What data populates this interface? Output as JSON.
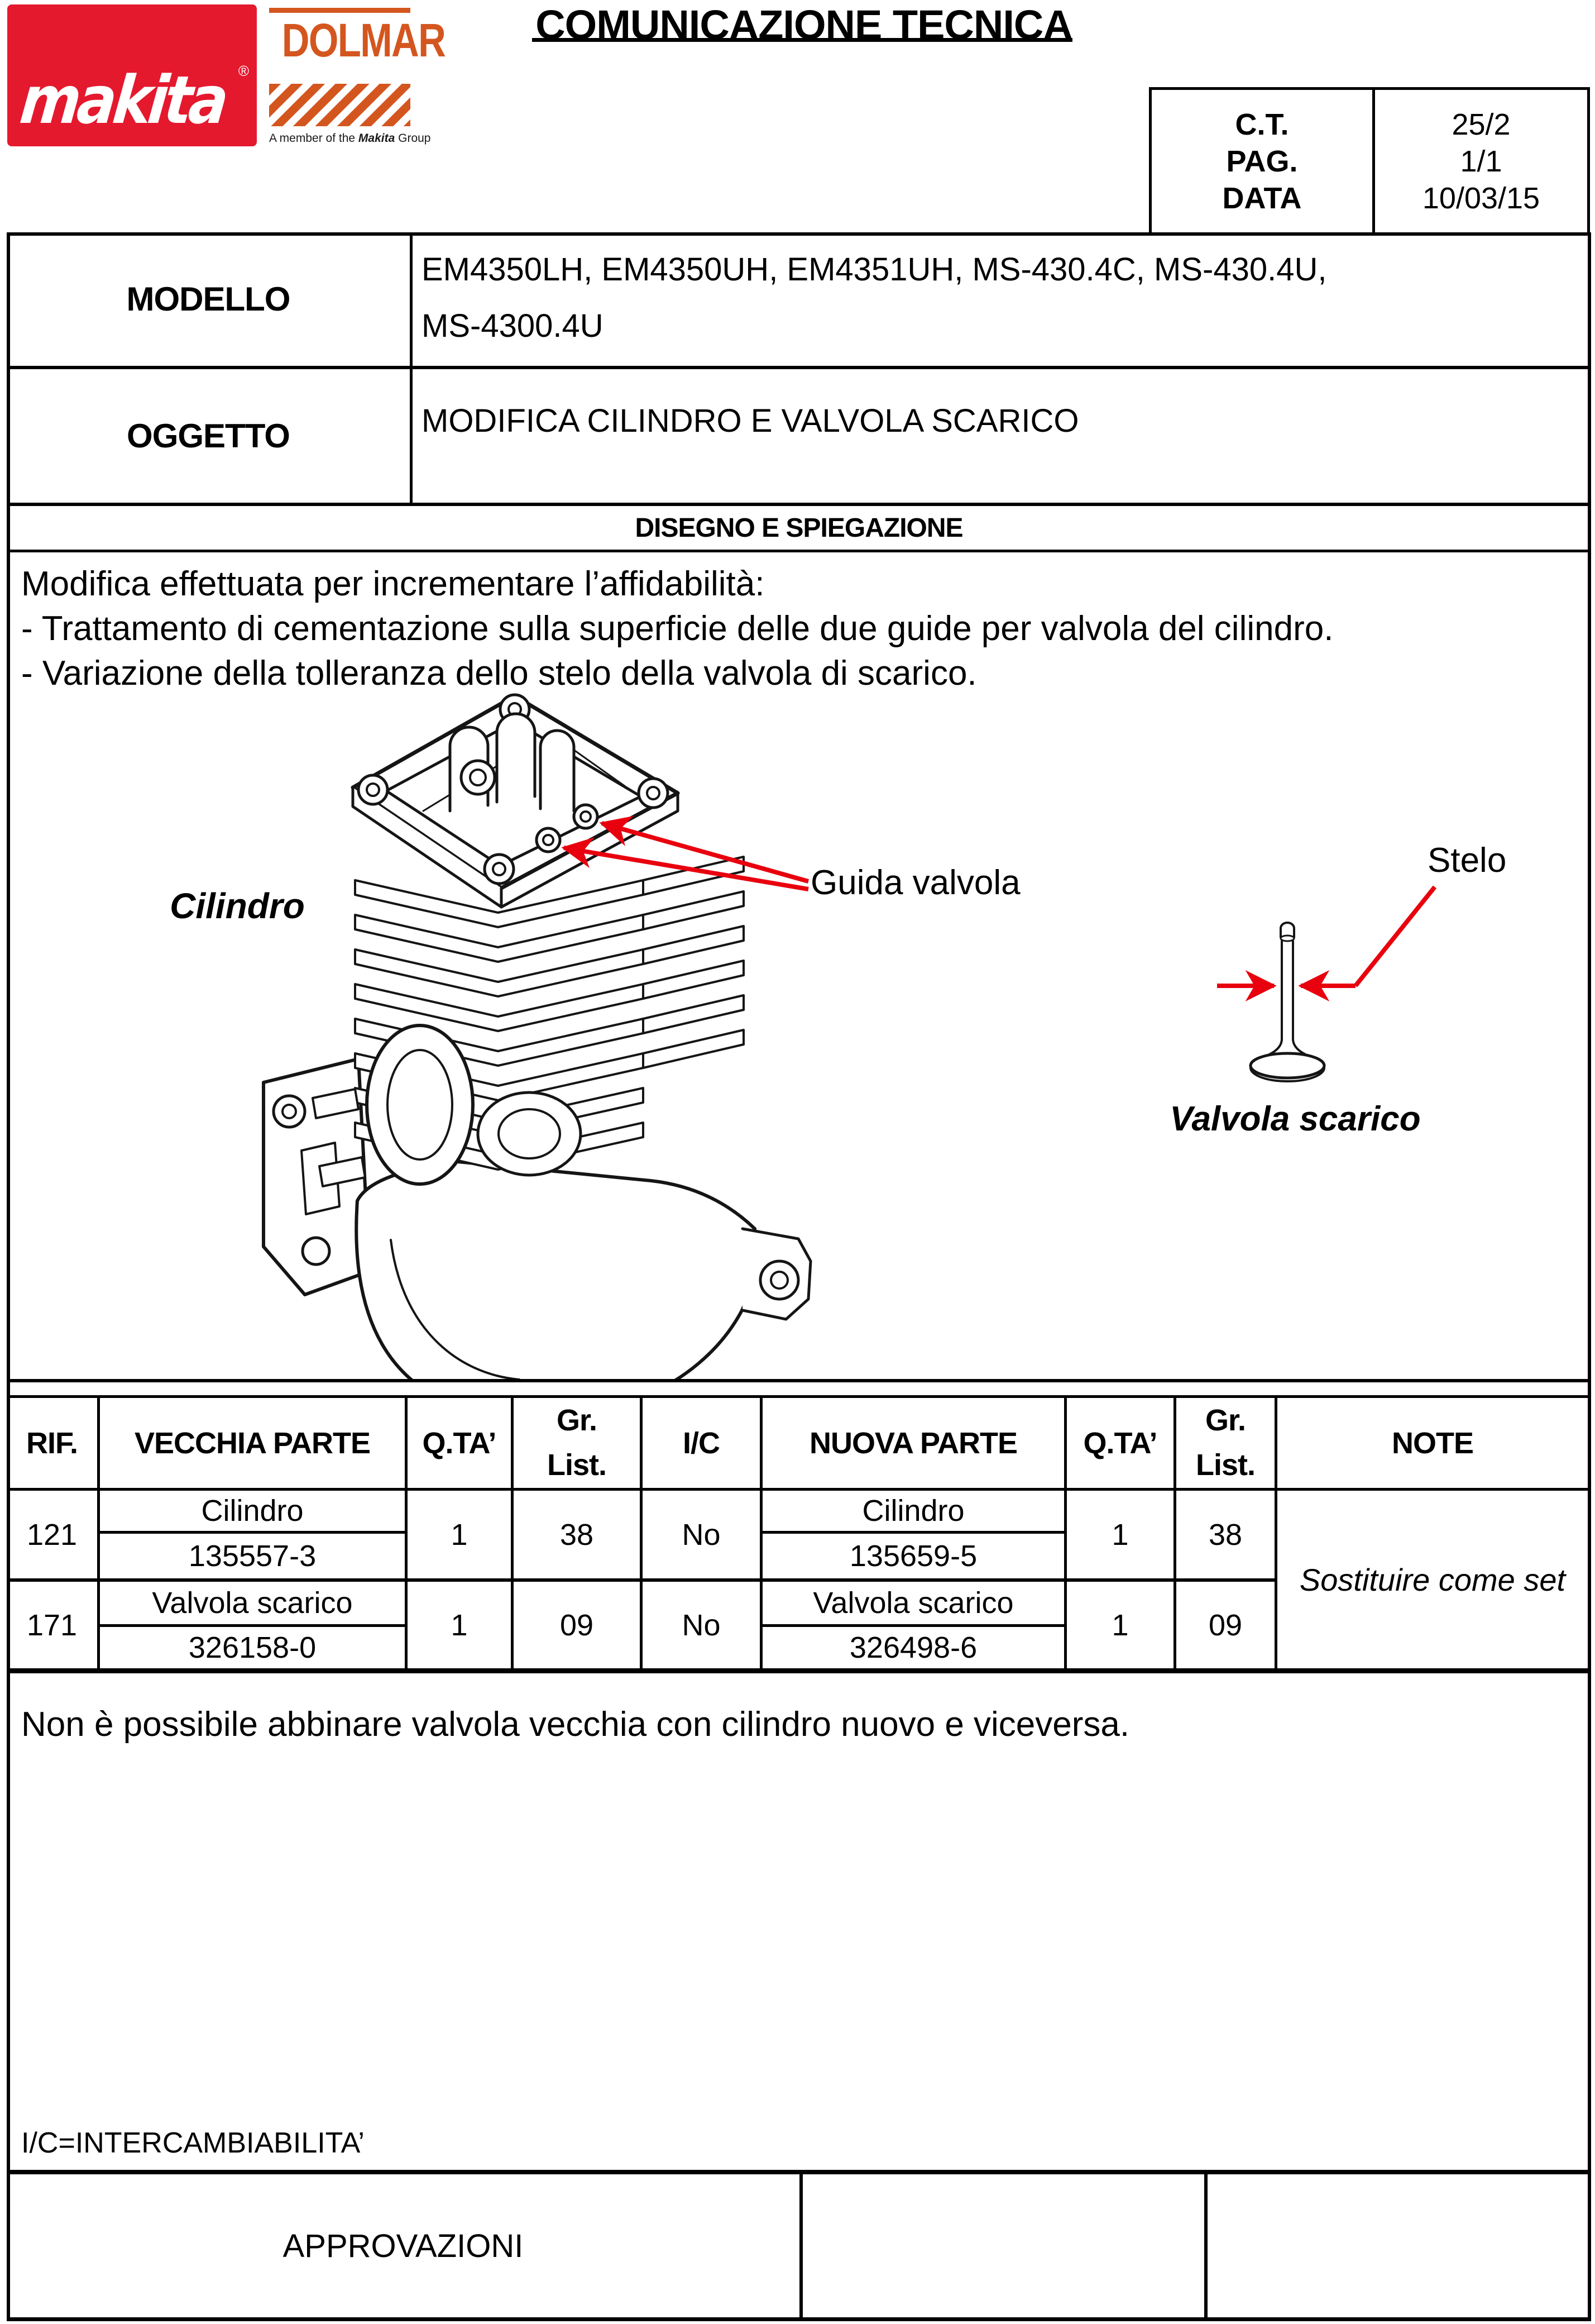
{
  "brand": {
    "makita_text": "makita",
    "makita_reg": "®",
    "dolmar_text": "DOLMAR",
    "tagline_pre": "A member of the ",
    "tagline_brand": "Makita",
    "tagline_post": " Group"
  },
  "header": {
    "title": "COMUNICAZIONE TECNICA",
    "info_rows": [
      {
        "label": "C.T.",
        "value": "25/2"
      },
      {
        "label": "PAG.",
        "value": "1/1"
      },
      {
        "label": "DATA",
        "value": "10/03/15"
      }
    ]
  },
  "model": {
    "label": "MODELLO",
    "line1": "EM4350LH, EM4350UH, EM4351UH, MS-430.4C, MS-430.4U,",
    "line2": "MS-4300.4U"
  },
  "subject": {
    "label": "OGGETTO",
    "value": "MODIFICA CILINDRO E VALVOLA SCARICO"
  },
  "drawing": {
    "section_header": "DISEGNO E SPIEGAZIONE",
    "intro": "Modifica effettuata per incrementare l’affidabilità:",
    "bullet1": "- Trattamento di cementazione sulla superficie delle due guide per valvola del cilindro.",
    "bullet2": "- Variazione della tolleranza dello stelo della valvola di scarico.",
    "labels": {
      "cylinder": "Cilindro",
      "valve_guide": "Guida valvola",
      "stem": "Stelo",
      "exhaust_valve": "Valvola scarico"
    }
  },
  "table": {
    "headers": {
      "rif": "RIF.",
      "old_part": "VECCHIA PARTE",
      "qty": "Q.TA’",
      "gr": "Gr.",
      "list": "List.",
      "ic": "I/C",
      "new_part": "NUOVA PARTE",
      "note": "NOTE"
    },
    "rows": [
      {
        "rif": "121",
        "old_name": "Cilindro",
        "old_number": "135557-3",
        "qty": "1",
        "gr": "38",
        "ic": "No",
        "new_name": "Cilindro",
        "new_number": "135659-5",
        "qty2": "1",
        "gr2": "38"
      },
      {
        "rif": "171",
        "old_name": "Valvola scarico",
        "old_number": "326158-0",
        "qty": "1",
        "gr": "09",
        "ic": "No",
        "new_name": "Valvola scarico",
        "new_number": "326498-6",
        "qty2": "1",
        "gr2": "09"
      }
    ],
    "note_text": "Sostituire come set"
  },
  "notes": {
    "warning": "Non è possibile abbinare valvola vecchia con cilindro nuovo e viceversa.",
    "ic_legend": "I/C=INTERCAMBIABILITA’"
  },
  "footer": {
    "approvals": "APPROVAZIONI"
  },
  "colors": {
    "makita_red": "#e5192e",
    "dolmar_orange": "#d4561f",
    "arrow_red": "#e8000e",
    "line_black": "#000000"
  }
}
